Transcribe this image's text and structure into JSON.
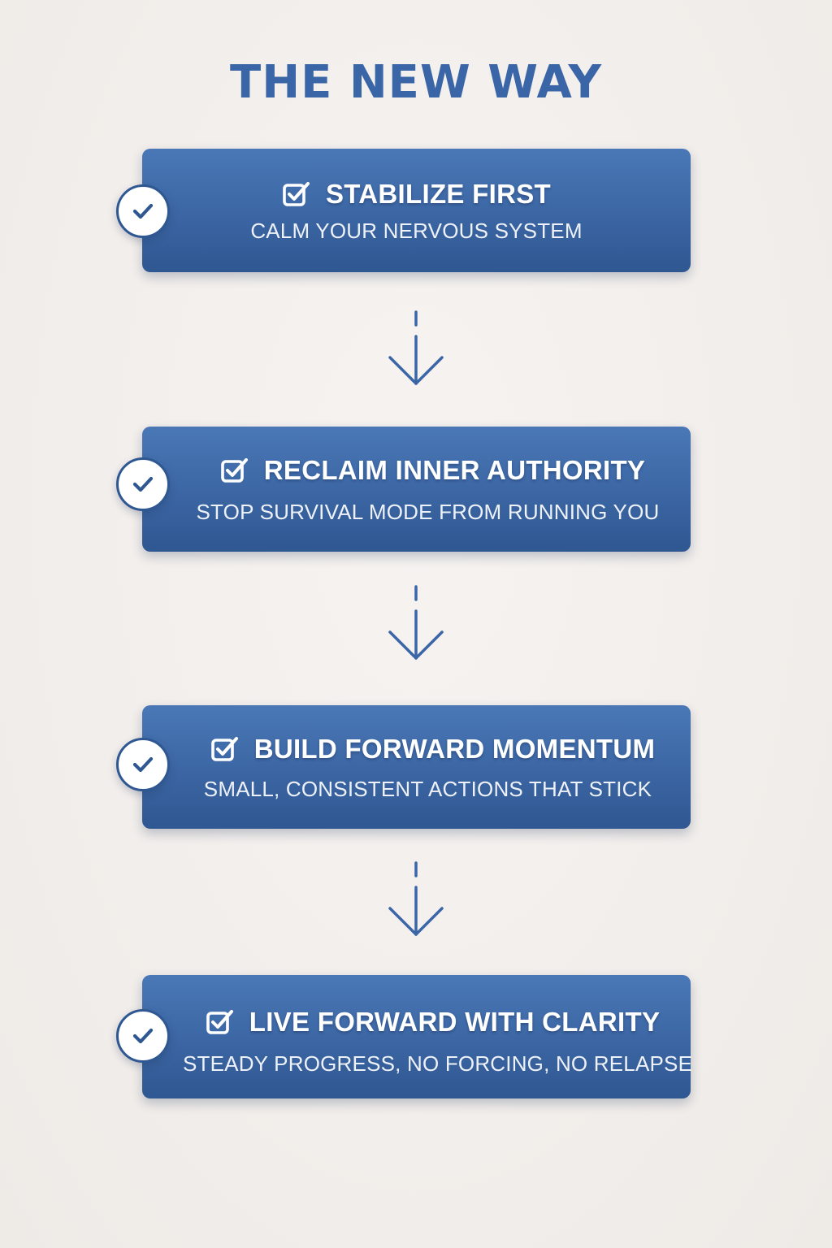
{
  "title": "THE NEW WAY",
  "colors": {
    "accent": "#3a66a7",
    "box_top": "#4a77b6",
    "box_bottom": "#2f5791",
    "background": "#f3efec"
  },
  "steps": [
    {
      "heading": "STABILIZE FIRST",
      "subtext": "CALM YOUR NERVOUS SYSTEM",
      "icon": "checkbox-icon"
    },
    {
      "heading": "RECLAIM INNER AUTHORITY",
      "subtext": "STOP SURVIVAL MODE FROM RUNNING YOU",
      "icon": "checkbox-icon"
    },
    {
      "heading": "BUILD FORWARD MOMENTUM",
      "subtext": "SMALL, CONSISTENT ACTIONS THAT STICK",
      "icon": "checkbox-icon"
    },
    {
      "heading": "LIVE FORWARD WITH CLARITY",
      "subtext": "STEADY PROGRESS, NO FORCING, NO RELAPSE",
      "icon": "checkbox-icon"
    }
  ],
  "connector_icon": "dashed-down-arrow-icon",
  "status_icon": "check-circle-icon"
}
